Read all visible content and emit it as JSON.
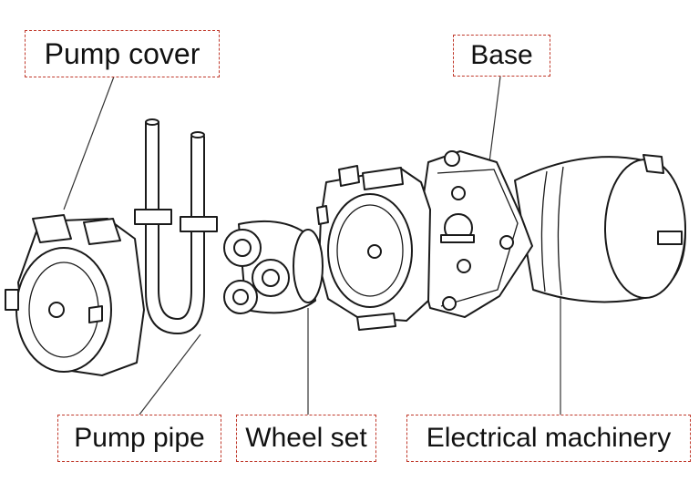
{
  "labels": {
    "pump_cover": "Pump cover",
    "base": "Base",
    "pump_pipe": "Pump pipe",
    "wheel_set": "Wheel set",
    "electrical_machinery": "Electrical machinery"
  },
  "colors": {
    "label_border": "#c0392b",
    "line_art": "#1a1a1a",
    "background": "#ffffff"
  }
}
